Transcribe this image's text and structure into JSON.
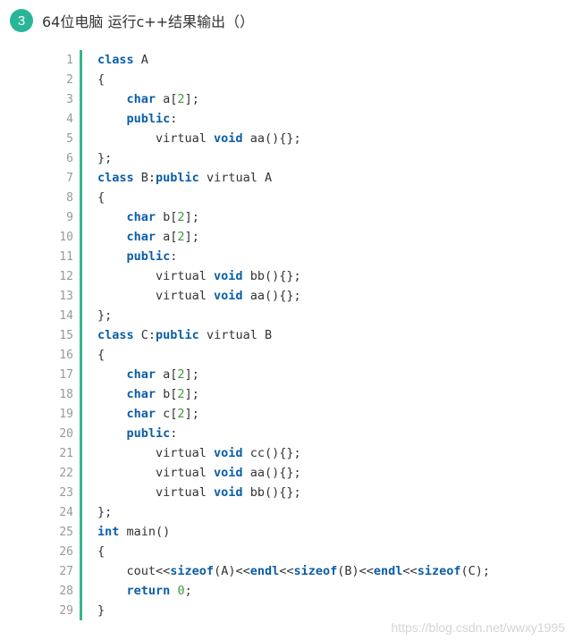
{
  "question": {
    "number": "3",
    "title": "64位电脑 运行c++结果输出（）"
  },
  "colors": {
    "badge": "#2bb598",
    "gutter_bar": "#39b58e",
    "keyword": "#0a5ea8",
    "number": "#3a9a3a",
    "line_number": "#999999",
    "watermark": "#d4d4d4"
  },
  "code": {
    "language": "c++",
    "lines": [
      {
        "num": "1",
        "tokens": [
          {
            "t": "class",
            "k": "kw"
          },
          {
            "t": " A",
            "k": "tx"
          }
        ]
      },
      {
        "num": "2",
        "tokens": [
          {
            "t": "{",
            "k": "tx"
          }
        ]
      },
      {
        "num": "3",
        "tokens": [
          {
            "t": "    ",
            "k": "tx"
          },
          {
            "t": "char",
            "k": "kw"
          },
          {
            "t": " a[",
            "k": "tx"
          },
          {
            "t": "2",
            "k": "num"
          },
          {
            "t": "];",
            "k": "tx"
          }
        ]
      },
      {
        "num": "4",
        "tokens": [
          {
            "t": "    ",
            "k": "tx"
          },
          {
            "t": "public",
            "k": "kw"
          },
          {
            "t": ":",
            "k": "tx"
          }
        ]
      },
      {
        "num": "5",
        "tokens": [
          {
            "t": "        virtual ",
            "k": "tx"
          },
          {
            "t": "void",
            "k": "kw"
          },
          {
            "t": " aa(){};",
            "k": "tx"
          }
        ]
      },
      {
        "num": "6",
        "tokens": [
          {
            "t": "};",
            "k": "tx"
          }
        ]
      },
      {
        "num": "7",
        "tokens": [
          {
            "t": "class",
            "k": "kw"
          },
          {
            "t": " B:",
            "k": "tx"
          },
          {
            "t": "public",
            "k": "kw"
          },
          {
            "t": " virtual A",
            "k": "tx"
          }
        ]
      },
      {
        "num": "8",
        "tokens": [
          {
            "t": "{",
            "k": "tx"
          }
        ]
      },
      {
        "num": "9",
        "tokens": [
          {
            "t": "    ",
            "k": "tx"
          },
          {
            "t": "char",
            "k": "kw"
          },
          {
            "t": " b[",
            "k": "tx"
          },
          {
            "t": "2",
            "k": "num"
          },
          {
            "t": "];",
            "k": "tx"
          }
        ]
      },
      {
        "num": "10",
        "tokens": [
          {
            "t": "    ",
            "k": "tx"
          },
          {
            "t": "char",
            "k": "kw"
          },
          {
            "t": " a[",
            "k": "tx"
          },
          {
            "t": "2",
            "k": "num"
          },
          {
            "t": "];",
            "k": "tx"
          }
        ]
      },
      {
        "num": "11",
        "tokens": [
          {
            "t": "    ",
            "k": "tx"
          },
          {
            "t": "public",
            "k": "kw"
          },
          {
            "t": ":",
            "k": "tx"
          }
        ]
      },
      {
        "num": "12",
        "tokens": [
          {
            "t": "        virtual ",
            "k": "tx"
          },
          {
            "t": "void",
            "k": "kw"
          },
          {
            "t": " bb(){};",
            "k": "tx"
          }
        ]
      },
      {
        "num": "13",
        "tokens": [
          {
            "t": "        virtual ",
            "k": "tx"
          },
          {
            "t": "void",
            "k": "kw"
          },
          {
            "t": " aa(){};",
            "k": "tx"
          }
        ]
      },
      {
        "num": "14",
        "tokens": [
          {
            "t": "};",
            "k": "tx"
          }
        ]
      },
      {
        "num": "15",
        "tokens": [
          {
            "t": "class",
            "k": "kw"
          },
          {
            "t": " C:",
            "k": "tx"
          },
          {
            "t": "public",
            "k": "kw"
          },
          {
            "t": " virtual B",
            "k": "tx"
          }
        ]
      },
      {
        "num": "16",
        "tokens": [
          {
            "t": "{",
            "k": "tx"
          }
        ]
      },
      {
        "num": "17",
        "tokens": [
          {
            "t": "    ",
            "k": "tx"
          },
          {
            "t": "char",
            "k": "kw"
          },
          {
            "t": " a[",
            "k": "tx"
          },
          {
            "t": "2",
            "k": "num"
          },
          {
            "t": "];",
            "k": "tx"
          }
        ]
      },
      {
        "num": "18",
        "tokens": [
          {
            "t": "    ",
            "k": "tx"
          },
          {
            "t": "char",
            "k": "kw"
          },
          {
            "t": " b[",
            "k": "tx"
          },
          {
            "t": "2",
            "k": "num"
          },
          {
            "t": "];",
            "k": "tx"
          }
        ]
      },
      {
        "num": "19",
        "tokens": [
          {
            "t": "    ",
            "k": "tx"
          },
          {
            "t": "char",
            "k": "kw"
          },
          {
            "t": " c[",
            "k": "tx"
          },
          {
            "t": "2",
            "k": "num"
          },
          {
            "t": "];",
            "k": "tx"
          }
        ]
      },
      {
        "num": "20",
        "tokens": [
          {
            "t": "    ",
            "k": "tx"
          },
          {
            "t": "public",
            "k": "kw"
          },
          {
            "t": ":",
            "k": "tx"
          }
        ]
      },
      {
        "num": "21",
        "tokens": [
          {
            "t": "        virtual ",
            "k": "tx"
          },
          {
            "t": "void",
            "k": "kw"
          },
          {
            "t": " cc(){};",
            "k": "tx"
          }
        ]
      },
      {
        "num": "22",
        "tokens": [
          {
            "t": "        virtual ",
            "k": "tx"
          },
          {
            "t": "void",
            "k": "kw"
          },
          {
            "t": " aa(){};",
            "k": "tx"
          }
        ]
      },
      {
        "num": "23",
        "tokens": [
          {
            "t": "        virtual ",
            "k": "tx"
          },
          {
            "t": "void",
            "k": "kw"
          },
          {
            "t": " bb(){};",
            "k": "tx"
          }
        ]
      },
      {
        "num": "24",
        "tokens": [
          {
            "t": "};",
            "k": "tx"
          }
        ]
      },
      {
        "num": "25",
        "tokens": [
          {
            "t": "int",
            "k": "kw"
          },
          {
            "t": " main()",
            "k": "tx"
          }
        ]
      },
      {
        "num": "26",
        "tokens": [
          {
            "t": "{",
            "k": "tx"
          }
        ]
      },
      {
        "num": "27",
        "tokens": [
          {
            "t": "    cout<<",
            "k": "tx"
          },
          {
            "t": "sizeof",
            "k": "kw"
          },
          {
            "t": "(A)<<",
            "k": "tx"
          },
          {
            "t": "endl",
            "k": "kw"
          },
          {
            "t": "<<",
            "k": "tx"
          },
          {
            "t": "sizeof",
            "k": "kw"
          },
          {
            "t": "(B)<<",
            "k": "tx"
          },
          {
            "t": "endl",
            "k": "kw"
          },
          {
            "t": "<<",
            "k": "tx"
          },
          {
            "t": "sizeof",
            "k": "kw"
          },
          {
            "t": "(C);",
            "k": "tx"
          }
        ]
      },
      {
        "num": "28",
        "tokens": [
          {
            "t": "    ",
            "k": "tx"
          },
          {
            "t": "return",
            "k": "kw"
          },
          {
            "t": " ",
            "k": "tx"
          },
          {
            "t": "0",
            "k": "num"
          },
          {
            "t": ";",
            "k": "tx"
          }
        ]
      },
      {
        "num": "29",
        "tokens": [
          {
            "t": "}",
            "k": "tx"
          }
        ]
      }
    ]
  },
  "watermark": "https://blog.csdn.net/wwxy1995"
}
